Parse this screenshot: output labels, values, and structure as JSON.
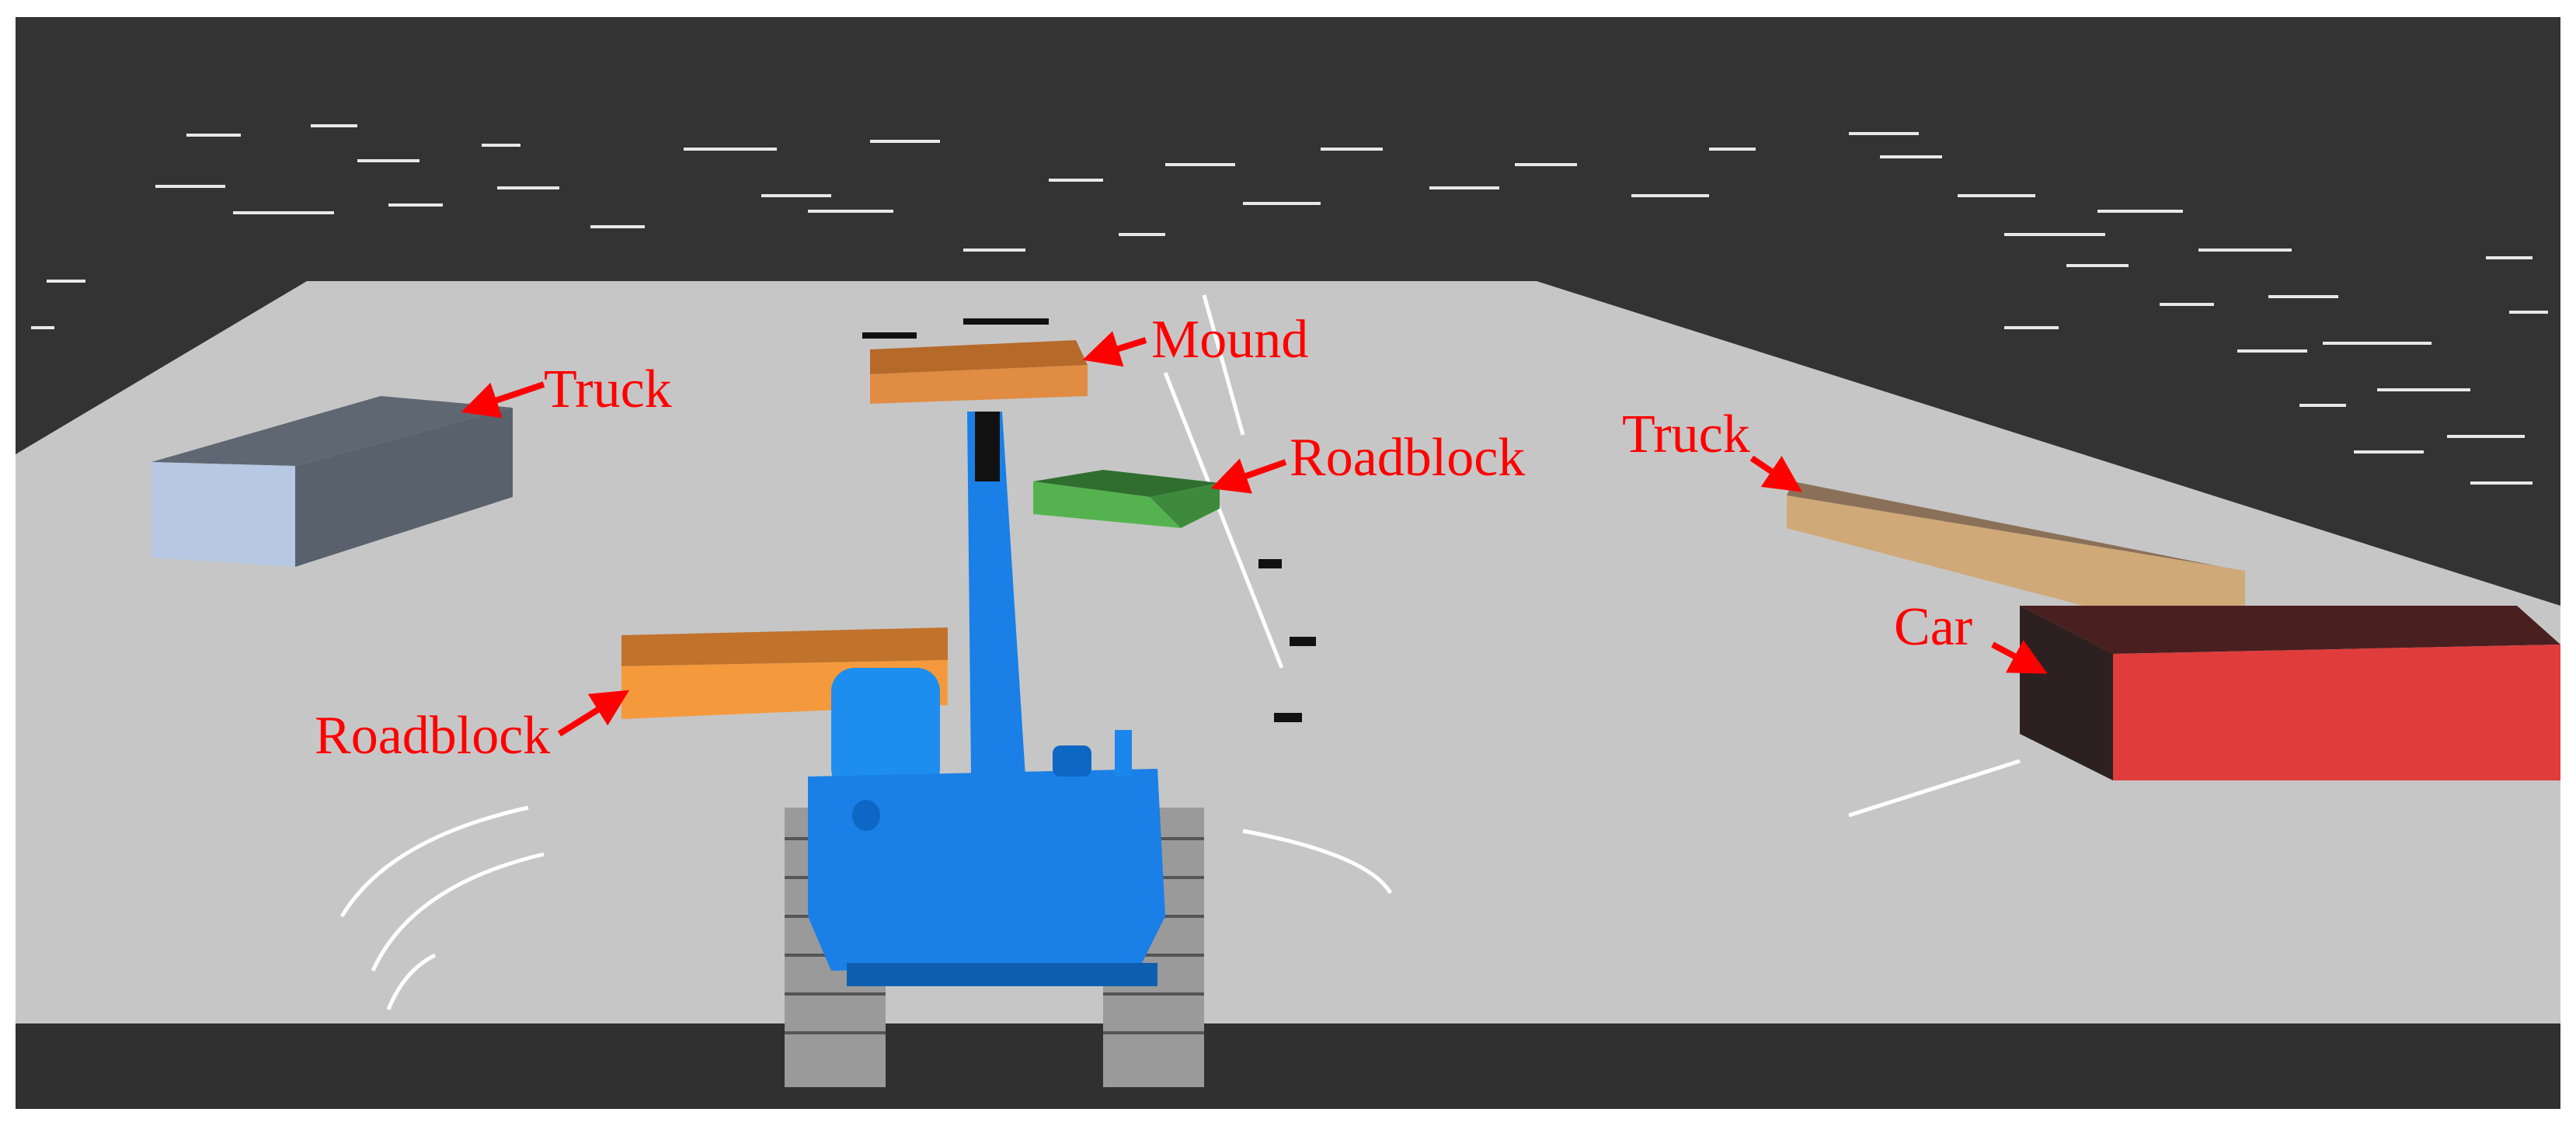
{
  "colors": {
    "background_dark": "#333333",
    "ground_plane": "#c6c6c6",
    "point_cloud": "#f2f2f2",
    "label_red": "#ff0000",
    "excavator_blue": "#1a7fe6",
    "truck_left_box": "#9fb4d6",
    "mound_box": "#d98a3e",
    "roadblock_green": "#4aa64a",
    "roadblock_orange": "#f0953a",
    "truck_right_box": "#b89870",
    "car_box": "#e23838"
  },
  "labels": {
    "truck_left": "Truck",
    "mound": "Mound",
    "roadblock_right": "Roadblock",
    "truck_right": "Truck",
    "car": "Car",
    "roadblock_left": "Roadblock"
  }
}
